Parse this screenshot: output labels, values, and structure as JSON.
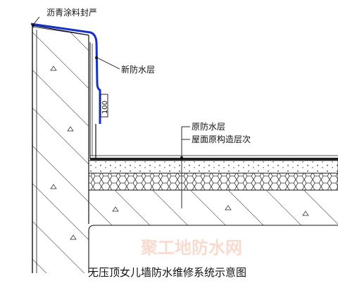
{
  "labels": {
    "asphalt_seal": "沥青涂料封严",
    "new_waterproof": "新防水层",
    "original_waterproof": "原防水层",
    "roof_layers": "屋面原构造层次",
    "dimension": "100"
  },
  "caption": "无压顶女儿墙防水维修系统示意图",
  "watermark": "聚工地防水网",
  "colors": {
    "new_membrane": "#1630c8",
    "line": "#111111",
    "watermark": "#f6cfc0"
  }
}
